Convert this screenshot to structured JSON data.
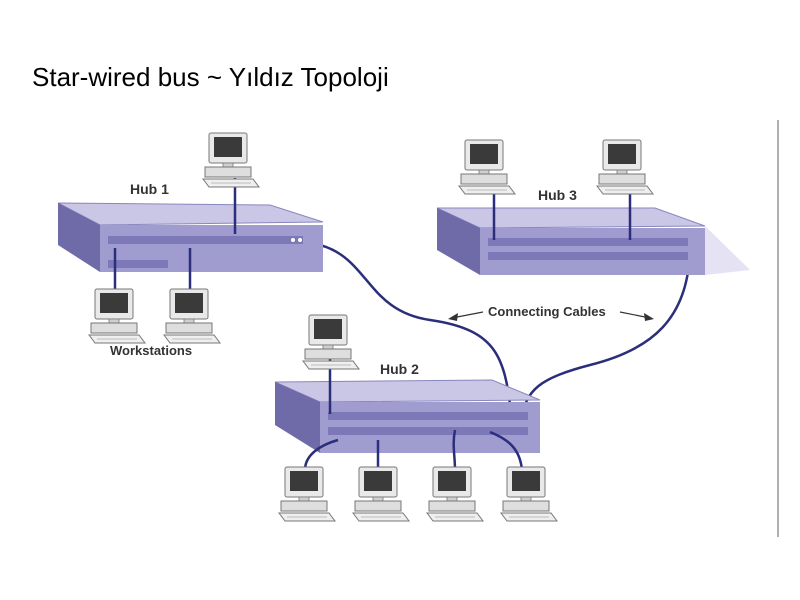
{
  "slide": {
    "title": "Star-wired bus ~ Yıldız Topoloji"
  },
  "diagram": {
    "hub_labels": [
      "Hub 1",
      "Hub 2",
      "Hub 3"
    ],
    "workstations_label": "Workstations",
    "connecting_cables_label": "Connecting Cables"
  },
  "colors": {
    "hub_top": "#c9c6e6",
    "hub_front": "#a19ccf",
    "hub_side": "#6f6aa8",
    "cable": "#2b2e7a",
    "computer": "#e9e9e9",
    "screen": "#3a3a3a"
  },
  "icons": [
    "computer-icon",
    "hub-icon",
    "cable-line",
    "arrow-icon"
  ]
}
